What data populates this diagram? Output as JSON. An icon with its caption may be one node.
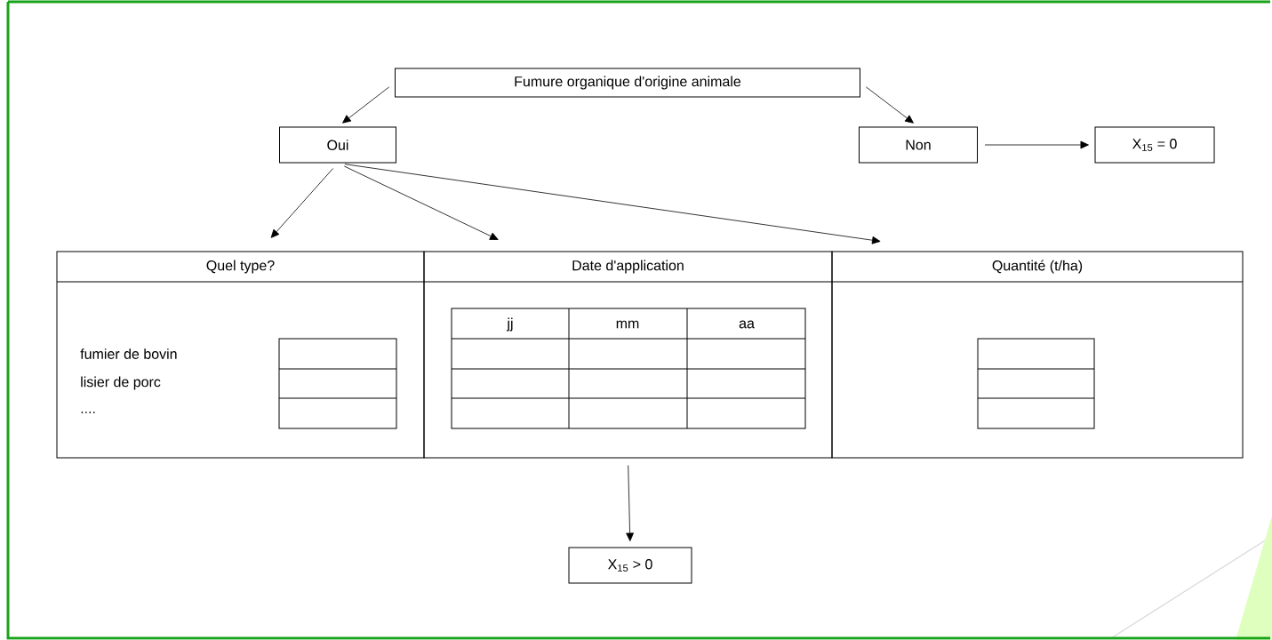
{
  "diagram": {
    "nodes": [
      {
        "text": [
          "Fumure organique d'origine animale"
        ]
      },
      {
        "text": [
          "Oui"
        ]
      },
      {
        "text": [
          "Non"
        ]
      },
      {
        "text": [
          "X$_{15}$ = 0"
        ]
      },
      {
        "text": [
          "Quel type?",
          "fumier de bovin",
          "lisier de porc",
          "...."
        ]
      },
      {
        "text": [
          "Date d'application"
        ]
      },
      {
        "text": [
          "Quantité (t/ha)"
        ]
      },
      {
        "text": [
          "X$_{15}$ > 0"
        ]
      }
    ],
    "edges": [
      {
        "from": 0,
        "to": 1,
        "arrow": "to"
      },
      {
        "from": 0,
        "to": 2,
        "arrow": "to"
      },
      {
        "from": 2,
        "to": 3,
        "arrow": "to"
      },
      {
        "from": 1,
        "to": 4,
        "arrow": "to"
      },
      {
        "from": 1,
        "to": 5,
        "arrow": "to"
      },
      {
        "from": 1,
        "to": 6,
        "arrow": "to"
      },
      {
        "from": 5,
        "to": 7,
        "arrow": "to"
      }
    ],
    "labels": [
      "jj",
      "mm",
      "aa"
    ]
  }
}
